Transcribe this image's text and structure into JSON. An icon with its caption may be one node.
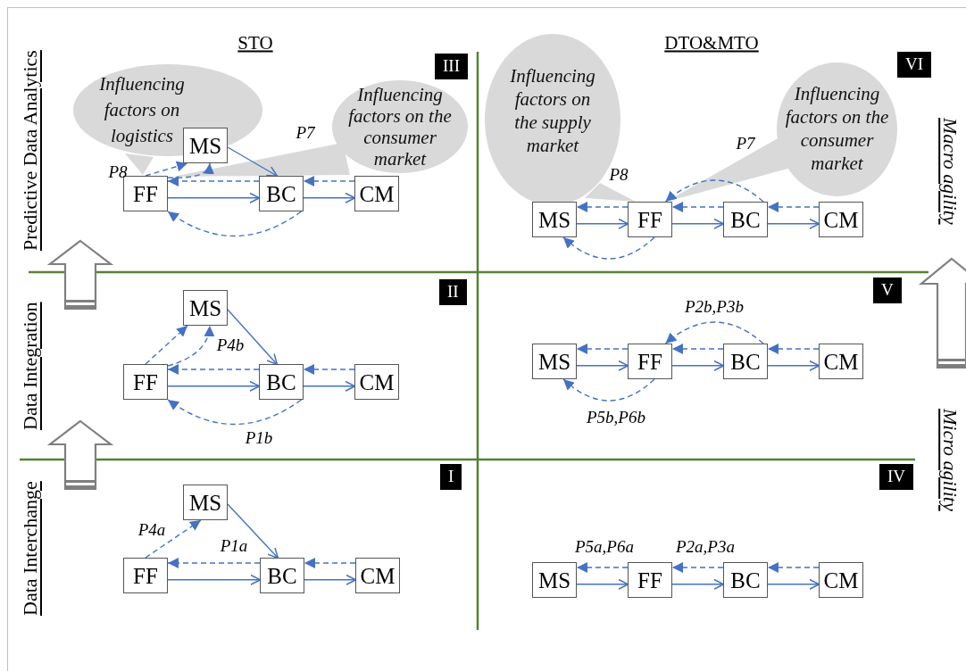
{
  "diagram": {
    "nodes": [
      {
        "text": [
          "Influencing factors on logistics"
        ]
      },
      {
        "text": [
          "Influencing factors on the consumer market"
        ]
      },
      {
        "text": [
          "MS"
        ]
      },
      {
        "text": [
          "FF"
        ]
      },
      {
        "text": [
          "BC"
        ]
      },
      {
        "text": [
          "CM"
        ]
      },
      {
        "text": [
          "Influencing factors on the supply market"
        ]
      },
      {
        "text": [
          "Influencing factors on the consumer market"
        ]
      },
      {
        "text": [
          "MS"
        ]
      },
      {
        "text": [
          "FF"
        ]
      },
      {
        "text": [
          "BC"
        ]
      },
      {
        "text": [
          "CM"
        ]
      },
      {
        "text": [
          "MS"
        ]
      },
      {
        "text": [
          "FF"
        ]
      },
      {
        "text": [
          "BC"
        ]
      },
      {
        "text": [
          "CM"
        ]
      },
      {
        "text": [
          "MS"
        ]
      },
      {
        "text": [
          "FF"
        ]
      },
      {
        "text": [
          "BC"
        ]
      },
      {
        "text": [
          "CM"
        ]
      },
      {
        "text": [
          "MS"
        ]
      },
      {
        "text": [
          "FF"
        ]
      },
      {
        "text": [
          "BC"
        ]
      },
      {
        "text": [
          "CM"
        ]
      },
      {
        "text": [
          "MS"
        ]
      },
      {
        "text": [
          "FF"
        ]
      },
      {
        "text": [
          "BC"
        ]
      },
      {
        "text": [
          "CM"
        ]
      }
    ],
    "edges": [
      {
        "from": 2,
        "to": 4,
        "arrow": "to"
      },
      {
        "from": 3,
        "to": 4,
        "arrow": "to"
      },
      {
        "from": 4,
        "to": 5,
        "arrow": "to"
      },
      {
        "from": 5,
        "to": 4,
        "arrow": "to",
        "style": "dashed"
      },
      {
        "from": 4,
        "to": 3,
        "arrow": "to",
        "style": "dashed"
      },
      {
        "from": 3,
        "to": 2,
        "arrow": "to",
        "style": "dashed"
      },
      {
        "from": 3,
        "to": 2,
        "arrow": "to",
        "style": "dashed"
      },
      {
        "from": 4,
        "to": 3,
        "arrow": "to",
        "style": "dashed"
      },
      {
        "from": 8,
        "to": 9,
        "arrow": "to"
      },
      {
        "from": 9,
        "to": 10,
        "arrow": "to"
      },
      {
        "from": 10,
        "to": 11,
        "arrow": "to"
      },
      {
        "from": 11,
        "to": 10,
        "arrow": "to",
        "style": "dashed"
      },
      {
        "from": 10,
        "to": 9,
        "arrow": "to",
        "style": "dashed"
      },
      {
        "from": 9,
        "to": 8,
        "arrow": "to",
        "style": "dashed"
      },
      {
        "from": 9,
        "to": 8,
        "arrow": "to",
        "style": "dashed"
      },
      {
        "from": 10,
        "to": 9,
        "arrow": "to",
        "style": "dashed"
      },
      {
        "from": 12,
        "to": 14,
        "arrow": "to"
      },
      {
        "from": 13,
        "to": 14,
        "arrow": "to"
      },
      {
        "from": 14,
        "to": 15,
        "arrow": "to"
      },
      {
        "from": 15,
        "to": 14,
        "arrow": "to",
        "style": "dashed"
      },
      {
        "from": 14,
        "to": 13,
        "arrow": "to",
        "style": "dashed"
      },
      {
        "from": 13,
        "to": 12,
        "arrow": "to",
        "style": "dashed"
      },
      {
        "from": 13,
        "to": 12,
        "arrow": "to",
        "style": "dashed",
        "label": "P4b"
      },
      {
        "from": 14,
        "to": 13,
        "arrow": "to",
        "style": "dashed",
        "label": "P1b"
      },
      {
        "from": 16,
        "to": 17,
        "arrow": "to"
      },
      {
        "from": 17,
        "to": 18,
        "arrow": "to"
      },
      {
        "from": 18,
        "to": 19,
        "arrow": "to"
      },
      {
        "from": 19,
        "to": 18,
        "arrow": "to",
        "style": "dashed"
      },
      {
        "from": 18,
        "to": 17,
        "arrow": "to",
        "style": "dashed"
      },
      {
        "from": 17,
        "to": 16,
        "arrow": "to",
        "style": "dashed"
      },
      {
        "from": 18,
        "to": 17,
        "arrow": "to",
        "style": "dashed",
        "label": "P2b,P3b"
      },
      {
        "from": 17,
        "to": 16,
        "arrow": "to",
        "style": "dashed",
        "label": "P5b,P6b"
      },
      {
        "from": 20,
        "to": 22,
        "arrow": "to"
      },
      {
        "from": 21,
        "to": 22,
        "arrow": "to"
      },
      {
        "from": 22,
        "to": 23,
        "arrow": "to"
      },
      {
        "from": 23,
        "to": 22,
        "arrow": "to",
        "style": "dashed"
      },
      {
        "from": 22,
        "to": 21,
        "arrow": "to",
        "style": "dashed",
        "label": "P1a"
      },
      {
        "from": 21,
        "to": 20,
        "arrow": "to",
        "style": "dashed",
        "label": "P4a"
      },
      {
        "from": 24,
        "to": 25,
        "arrow": "to"
      },
      {
        "from": 25,
        "to": 26,
        "arrow": "to"
      },
      {
        "from": 26,
        "to": 27,
        "arrow": "to"
      },
      {
        "from": 27,
        "to": 26,
        "arrow": "to",
        "style": "dashed"
      },
      {
        "from": 26,
        "to": 25,
        "arrow": "to",
        "style": "dashed",
        "label": "P2a,P3a"
      },
      {
        "from": 25,
        "to": 24,
        "arrow": "to",
        "style": "dashed",
        "label": "P5a,P6a"
      }
    ],
    "labels": [
      "STO",
      "DTO&MTO",
      "Predictive Data Analytics",
      "III",
      "P7",
      "P8",
      "VI",
      "P8",
      "P7",
      "Macro agility",
      "II",
      "Data Integration",
      "V",
      "Micro agility",
      "I",
      "Data Interchange",
      "IV"
    ]
  }
}
